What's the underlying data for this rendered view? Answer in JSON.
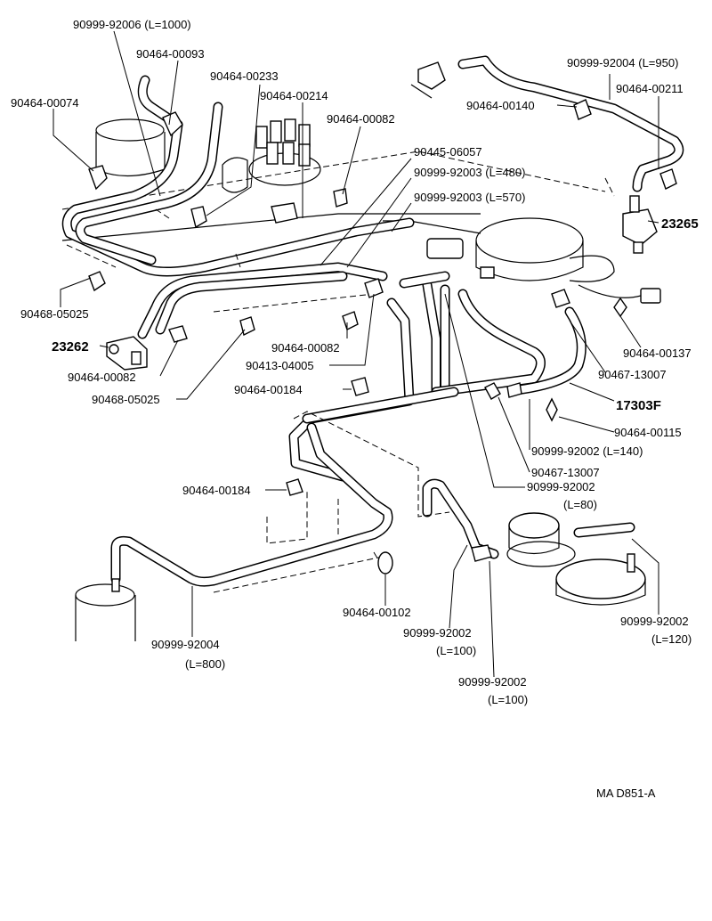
{
  "labels": {
    "hose_90999_92006": "90999-92006 (L=1000)",
    "clip_90464_00093": "90464-00093",
    "clip_90464_00233": "90464-00233",
    "clip_90464_00214": "90464-00214",
    "clip_90464_00074": "90464-00074",
    "clip_90464_00082_top": "90464-00082",
    "tube_90445_06057": "90445-06057",
    "hose_90999_92003_480": "90999-92003 (L=480)",
    "hose_90999_92003_570": "90999-92003 (L=570)",
    "hose_90999_92004_950": "90999-92004 (L=950)",
    "clip_90464_00211": "90464-00211",
    "clip_90464_00140": "90464-00140",
    "part_23265": "23265",
    "clip_90468_05025_left": "90468-05025",
    "part_23262": "23262",
    "clip_90464_00082_left": "90464-00082",
    "clip_90468_05025_mid": "90468-05025",
    "clip_90464_00082_mid": "90464-00082",
    "union_90413_04005": "90413-04005",
    "clip_90464_00184_upper": "90464-00184",
    "clip_90464_00137": "90464-00137",
    "clip_90467_13007_right": "90467-13007",
    "part_17303F": "17303F",
    "clip_90464_00115": "90464-00115",
    "hose_90999_92002_140": "90999-92002 (L=140)",
    "clip_90467_13007_lower": "90467-13007",
    "hose_90999_92002_80_a": "90999-92002",
    "hose_90999_92002_80_b": "(L=80)",
    "clip_90464_00184_lower": "90464-00184",
    "clip_90464_00102": "90464-00102",
    "hose_90999_92004_800_a": "90999-92004",
    "hose_90999_92004_800_b": "(L=800)",
    "hose_90999_92002_100a_a": "90999-92002",
    "hose_90999_92002_100a_b": "(L=100)",
    "hose_90999_92002_100b_a": "90999-92002",
    "hose_90999_92002_100b_b": "(L=100)",
    "hose_90999_92002_120_a": "90999-92002",
    "hose_90999_92002_120_b": "(L=120)",
    "drawing_code": "MA  D851-A"
  }
}
